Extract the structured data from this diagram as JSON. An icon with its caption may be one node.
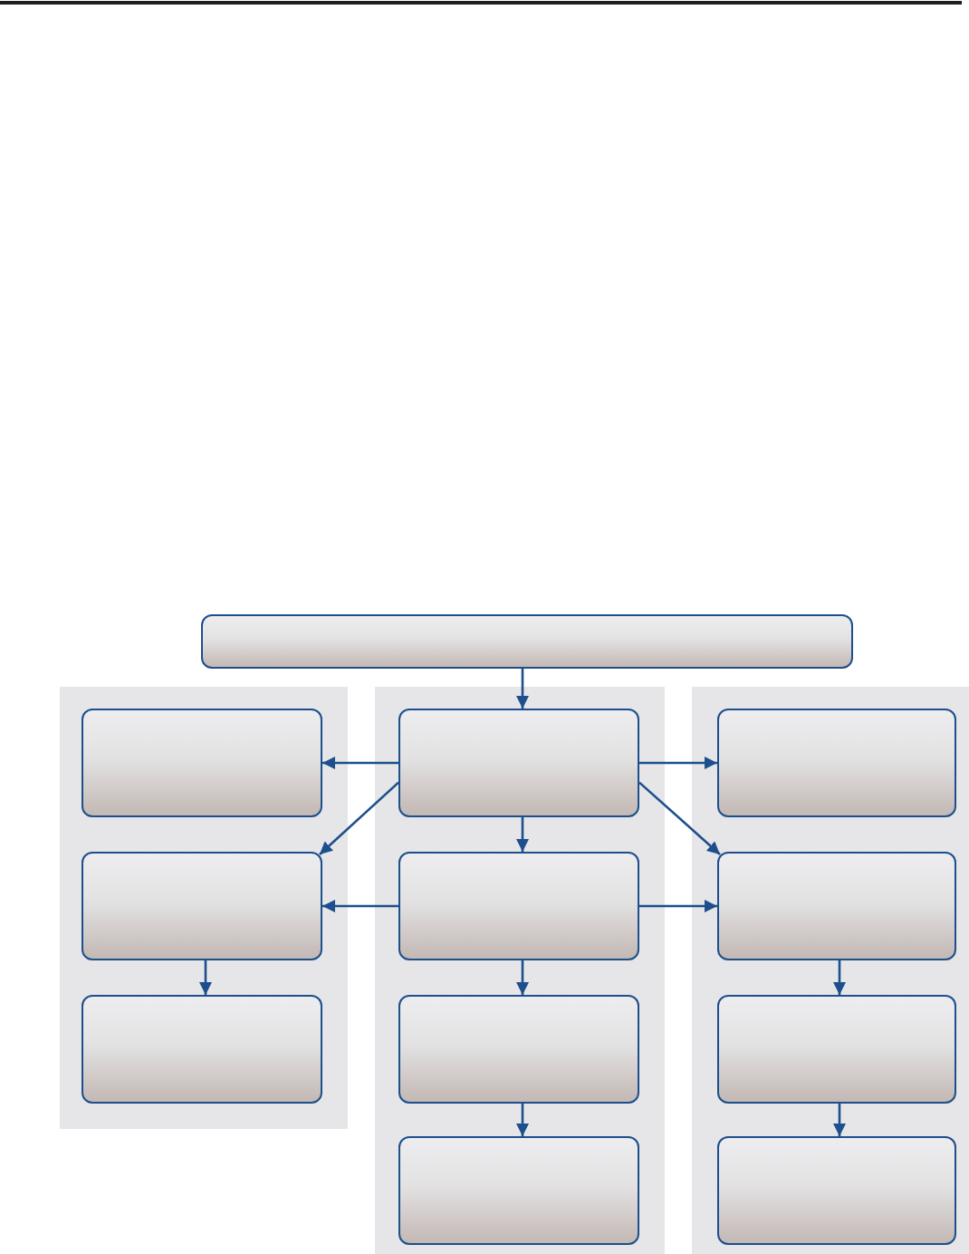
{
  "diagram": {
    "nodes": [
      {
        "text": [],
        "shape": "box"
      },
      {
        "text": [],
        "shape": "band"
      },
      {
        "text": [],
        "shape": "box",
        "in": 1
      },
      {
        "text": [],
        "shape": "box",
        "in": 1
      },
      {
        "text": [],
        "shape": "box",
        "in": 1
      },
      {
        "text": [],
        "shape": "band"
      },
      {
        "text": [],
        "shape": "box",
        "in": 5
      },
      {
        "text": [],
        "shape": "box",
        "in": 5
      },
      {
        "text": [],
        "shape": "box",
        "in": 5
      },
      {
        "text": [],
        "shape": "box",
        "in": 5
      },
      {
        "text": [],
        "shape": "band"
      },
      {
        "text": [],
        "shape": "box",
        "in": 10
      },
      {
        "text": [],
        "shape": "box",
        "in": 10
      },
      {
        "text": [],
        "shape": "box",
        "in": 10
      },
      {
        "text": [],
        "shape": "box",
        "in": 10
      }
    ],
    "edges": [
      {
        "from": 0,
        "to": 6,
        "arrow": "to"
      },
      {
        "from": 6,
        "to": 2,
        "arrow": "to"
      },
      {
        "from": 6,
        "to": 3,
        "arrow": "to"
      },
      {
        "from": 6,
        "to": 11,
        "arrow": "to"
      },
      {
        "from": 6,
        "to": 12,
        "arrow": "to"
      },
      {
        "from": 6,
        "to": 7,
        "arrow": "to"
      },
      {
        "from": 7,
        "to": 3,
        "arrow": "to"
      },
      {
        "from": 7,
        "to": 12,
        "arrow": "to"
      },
      {
        "from": 3,
        "to": 4,
        "arrow": "to"
      },
      {
        "from": 7,
        "to": 8,
        "arrow": "to"
      },
      {
        "from": 8,
        "to": 9,
        "arrow": "to"
      },
      {
        "from": 12,
        "to": 13,
        "arrow": "to"
      },
      {
        "from": 13,
        "to": 14,
        "arrow": "to"
      }
    ]
  }
}
